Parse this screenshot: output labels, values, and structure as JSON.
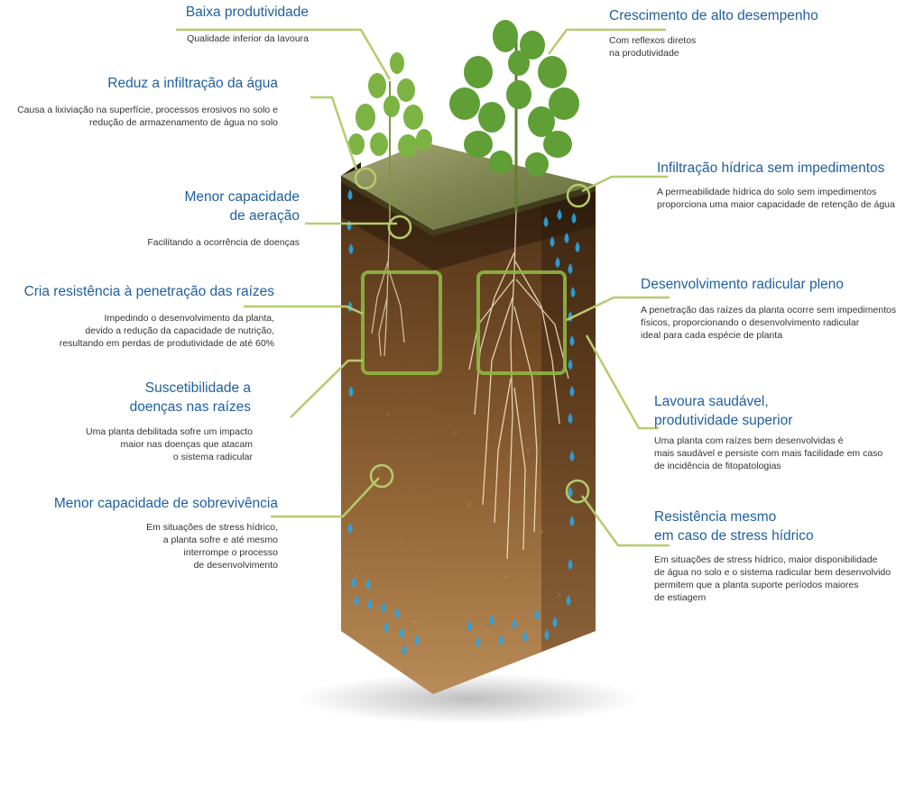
{
  "colors": {
    "title": "#1f5f9e",
    "text": "#333333",
    "callout_line": "#b5cc6c",
    "water_drop": "#2aa5e6",
    "soil_front": "#8a5a2e",
    "soil_side": "#5f3a1b",
    "grass": "#8a8f5c",
    "leaf": "#6ca33a"
  },
  "left_callouts": [
    {
      "title": "Baixa produtividade",
      "desc": "Qualidade inferior da lavoura"
    },
    {
      "title": "Reduz a infiltração da água",
      "desc": "Causa a lixiviação na superfície, processos erosivos no solo e\nredução de armazenamento de água no solo"
    },
    {
      "title": "Menor capacidade\nde aeração",
      "desc": "Facilitando a ocorrência de doenças"
    },
    {
      "title": "Cria resistência à penetração das raízes",
      "desc": "Impedindo o desenvolvimento da planta,\ndevido a redução da capacidade de nutrição,\nresultando em perdas de produtividade de até 60%"
    },
    {
      "title": "Suscetibilidade a\ndoenças nas raízes",
      "desc": "Uma planta debilitada sofre um impacto\nmaior nas doenças que atacam\no sistema radicular"
    },
    {
      "title": "Menor capacidade de sobrevivência",
      "desc": "Em situações de stress hídrico,\na planta sofre e até mesmo\ninterrompe o processo\nde desenvolvimento"
    }
  ],
  "right_callouts": [
    {
      "title": "Crescimento de alto desempenho",
      "desc": "Com reflexos diretos\nna produtividade"
    },
    {
      "title": "Infiltração hídrica sem impedimentos",
      "desc": "A permeabilidade hídrica do solo sem impedimentos\nproporciona uma maior capacidade de retenção de água"
    },
    {
      "title": "Desenvolvimento radicular pleno",
      "desc": "A penetração das raízes da planta ocorre sem impedimentos\nfísicos, proporcionando o desenvolvimento radicular\nideal para cada espécie de planta"
    },
    {
      "title": "Lavoura saudável,\nprodutividade superior",
      "desc": "Uma planta com raízes bem desenvolvidas é\nmais saudável e persiste com mais facilidade em caso\nde incidência de fitopatologias"
    },
    {
      "title": "Resistência mesmo\nem caso de stress hídrico",
      "desc": "Em situações de stress hídrico, maior disponibilidade\nde água no solo e o sistema radicular bem desenvolvido\npermitem que a planta suporte períodos maiores\nde estiagem"
    }
  ]
}
